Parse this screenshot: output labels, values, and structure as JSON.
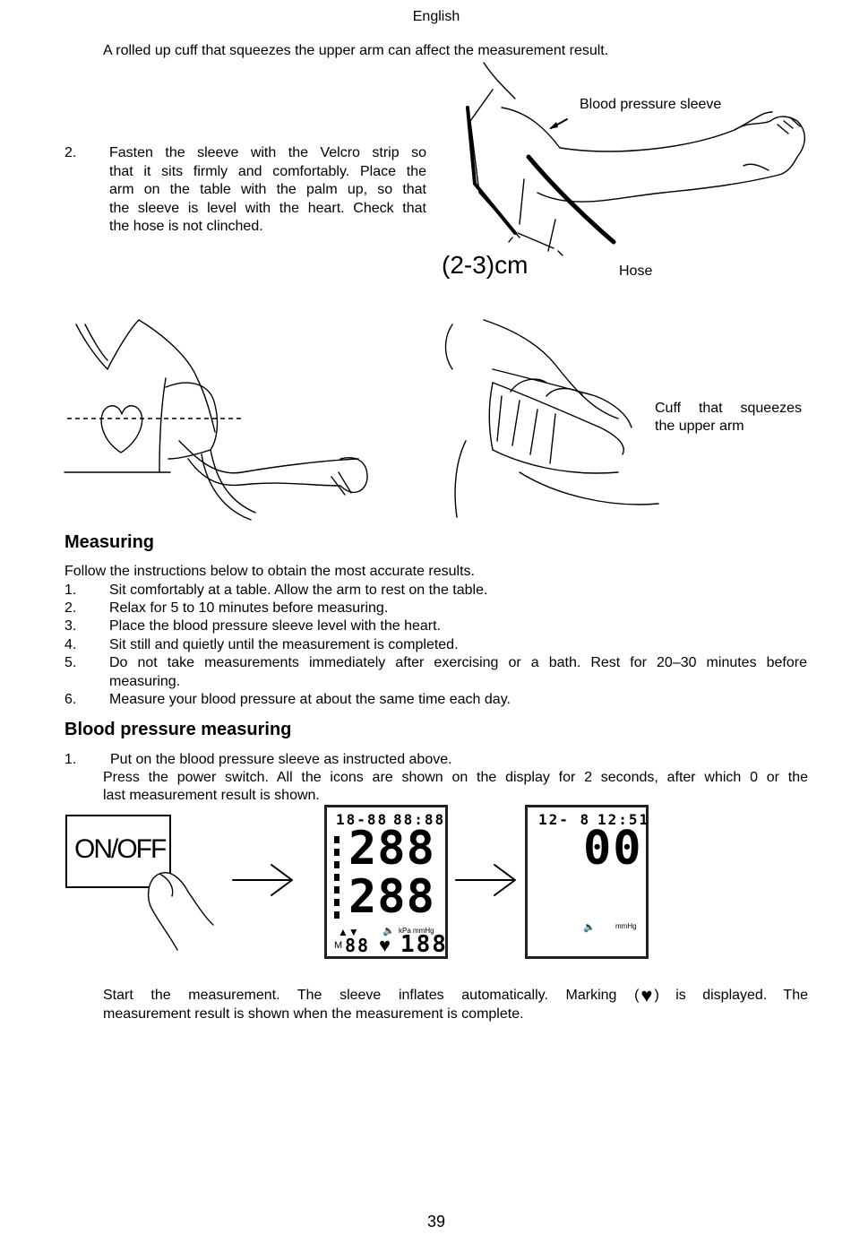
{
  "header": {
    "language": "English"
  },
  "intro": {
    "text": "A rolled up cuff that squeezes the upper arm can affect the measurement result."
  },
  "step2": {
    "number": "2.",
    "lines": [
      "Fasten the sleeve with the Velcro strip so",
      "that it sits firmly and comfortably. Place the",
      "arm on the table with the palm up, so that",
      "the sleeve is level with the heart. Check that",
      "the hose is not clinched."
    ]
  },
  "figure1": {
    "sleeve_label": "Blood pressure sleeve",
    "gap_label": "(2-3)cm",
    "hose_label": "Hose"
  },
  "figure2": {
    "cuff_label_line1": "Cuff that squeezes",
    "cuff_label_line2": "the upper arm"
  },
  "measuring": {
    "title": "Measuring",
    "intro": "Follow the instructions below to obtain the most accurate results.",
    "items": [
      {
        "num": "1.",
        "text": "Sit comfortably at a table. Allow the arm to rest on the table."
      },
      {
        "num": "2.",
        "text": "Relax for 5 to 10 minutes before measuring."
      },
      {
        "num": "3.",
        "text": "Place the blood pressure sleeve level with the heart."
      },
      {
        "num": "4.",
        "text": "Sit still and quietly until the measurement is completed."
      },
      {
        "num": "5.",
        "text": "Do not take measurements immediately after exercising or a bath. Rest for 20–30 minutes before",
        "text2": "measuring."
      },
      {
        "num": "6.",
        "text": "Measure your blood pressure at about the same time each day."
      }
    ]
  },
  "bp_measuring": {
    "title": "Blood pressure measuring",
    "step1_num": "1.",
    "step1_line1": "Put on the blood pressure sleeve as instructed above.",
    "step1_line2": "Press the power switch. All the icons are shown on the display for 2 seconds, after which 0 or the",
    "step1_line3": "last measurement result is shown."
  },
  "display_figure": {
    "button_label": "ON/OFF",
    "lcd1": {
      "date": "18-88",
      "time": "88:88",
      "sys": "288",
      "dia": "288",
      "units": "kPa mmHg",
      "memory": "M",
      "mem_digits": "88",
      "pulse": "188"
    },
    "lcd2": {
      "date": "12- 8",
      "time": "12:51",
      "value": "00",
      "units": "mmHg"
    }
  },
  "start": {
    "line1_a": "Start the measurement. The sleeve inflates automatically. Marking (",
    "line1_b": ") is displayed. The",
    "line2": "measurement result is shown when the measurement is complete."
  },
  "footer": {
    "page_number": "39"
  }
}
